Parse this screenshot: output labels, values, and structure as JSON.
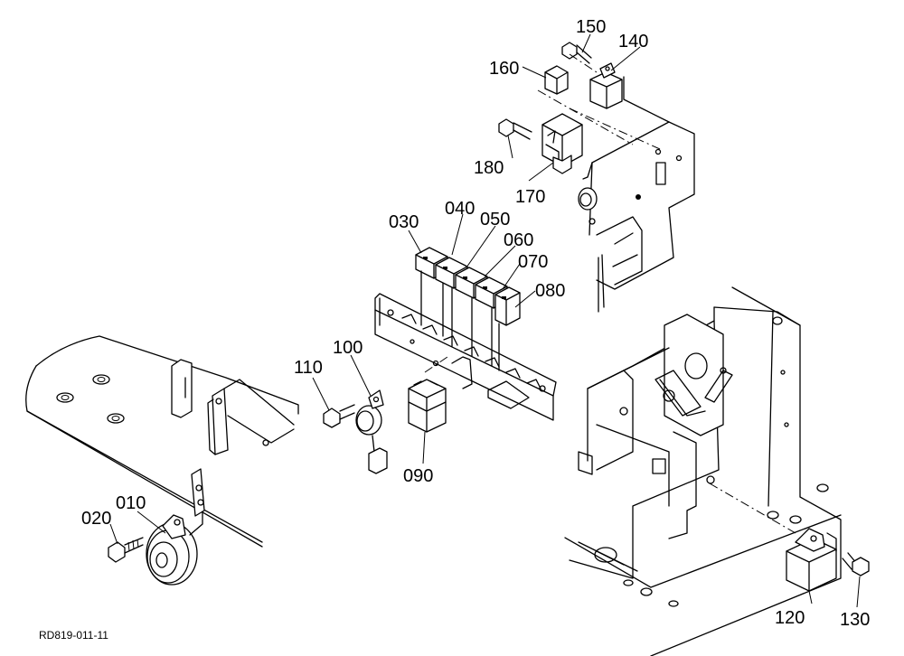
{
  "drawing": {
    "code": "RD819-011-11"
  },
  "callouts": [
    {
      "id": "010",
      "label": "010"
    },
    {
      "id": "020",
      "label": "020"
    },
    {
      "id": "030",
      "label": "030"
    },
    {
      "id": "040",
      "label": "040"
    },
    {
      "id": "050",
      "label": "050"
    },
    {
      "id": "060",
      "label": "060"
    },
    {
      "id": "070",
      "label": "070"
    },
    {
      "id": "080",
      "label": "080"
    },
    {
      "id": "090",
      "label": "090"
    },
    {
      "id": "100",
      "label": "100"
    },
    {
      "id": "110",
      "label": "110"
    },
    {
      "id": "120",
      "label": "120"
    },
    {
      "id": "130",
      "label": "130"
    },
    {
      "id": "140",
      "label": "140"
    },
    {
      "id": "150",
      "label": "150"
    },
    {
      "id": "160",
      "label": "160"
    },
    {
      "id": "170",
      "label": "170"
    },
    {
      "id": "180",
      "label": "180"
    }
  ]
}
